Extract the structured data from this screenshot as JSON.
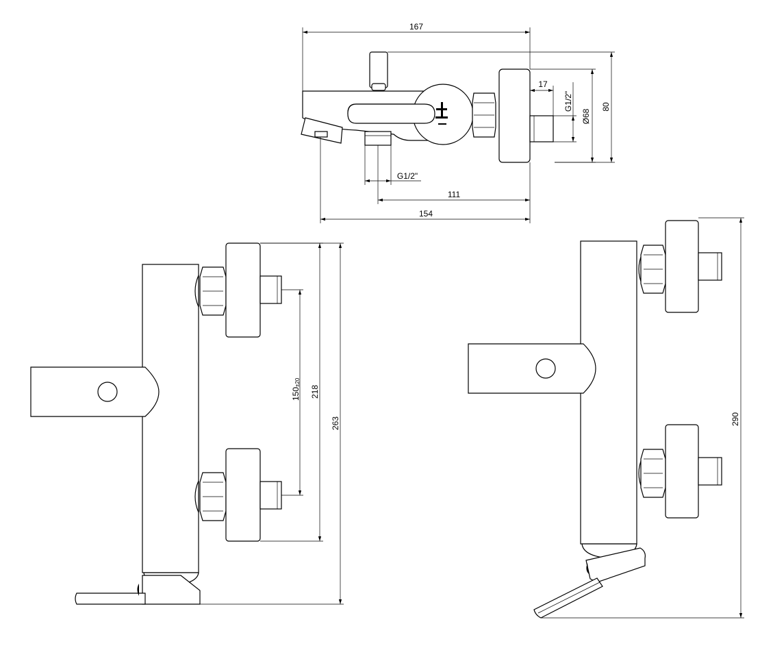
{
  "dimensions": {
    "top_width": "167",
    "top_height": "80",
    "top_diameter": "Ø68",
    "top_thread_side": "G1/2\"",
    "top_thread_depth": "17",
    "top_thread_bottom": "G1/2\"",
    "top_outlet_offset": "111",
    "top_overall_depth": "154",
    "front_spacing": "150",
    "front_tolerance": "±20",
    "front_inlet_span": "218",
    "front_total_height": "263",
    "side_total_height": "290"
  }
}
